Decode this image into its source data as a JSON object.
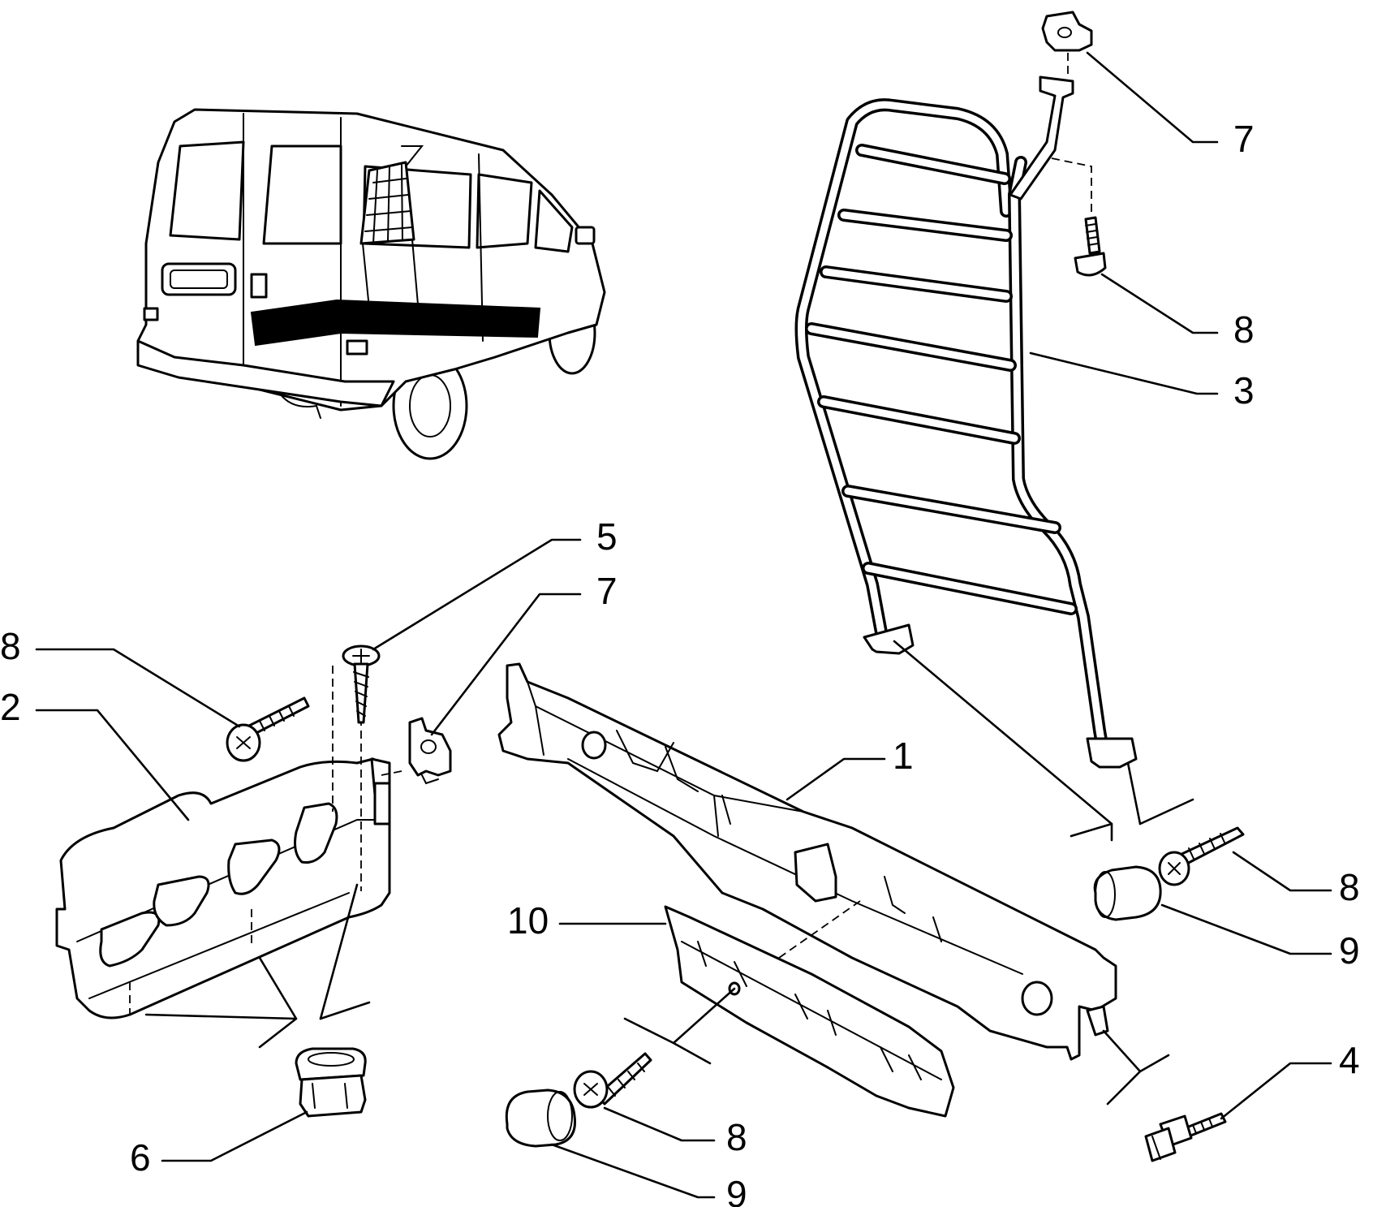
{
  "diagram": {
    "callouts": [
      {
        "id": "c7-top",
        "label": "7"
      },
      {
        "id": "c8-top",
        "label": "8"
      },
      {
        "id": "c3",
        "label": "3"
      },
      {
        "id": "c5",
        "label": "5"
      },
      {
        "id": "c7-mid",
        "label": "7"
      },
      {
        "id": "c8-left",
        "label": "8"
      },
      {
        "id": "c2",
        "label": "2"
      },
      {
        "id": "c1",
        "label": "1"
      },
      {
        "id": "c8-right",
        "label": "8"
      },
      {
        "id": "c9-right",
        "label": "9"
      },
      {
        "id": "c10",
        "label": "10"
      },
      {
        "id": "c4",
        "label": "4"
      },
      {
        "id": "c6",
        "label": "6"
      },
      {
        "id": "c8-bottom",
        "label": "8"
      },
      {
        "id": "c9-bottom",
        "label": "9"
      }
    ]
  }
}
